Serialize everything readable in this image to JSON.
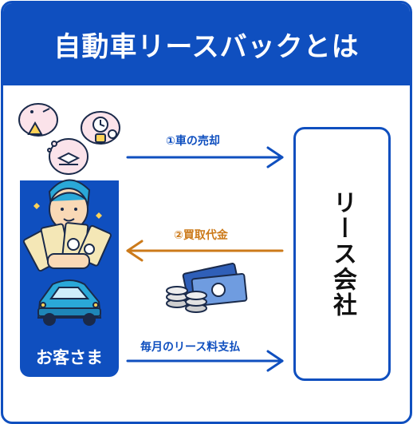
{
  "title": "自動車リースバックとは",
  "customer": {
    "label": "お客さま"
  },
  "lease_company": {
    "label": "リース会社"
  },
  "flows": {
    "sale": "①車の売却",
    "payment": "②買取代金",
    "monthly": "毎月のリース料支払"
  },
  "colors": {
    "brand_blue": "#0f4fbf",
    "payment_orange": "#cc7a1a"
  },
  "icons": [
    "thought-cloud-icon",
    "person-icon",
    "money-fan-icon",
    "car-icon",
    "cash-coins-icon"
  ]
}
